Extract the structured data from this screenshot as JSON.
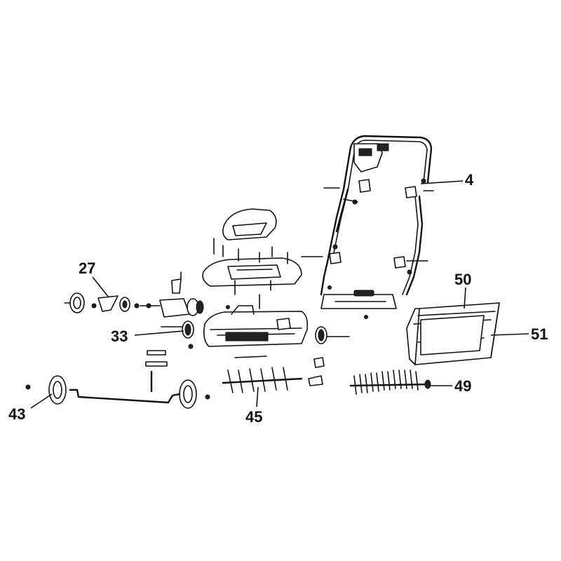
{
  "callouts": {
    "c4": "4",
    "c27": "27",
    "c33": "33",
    "c43": "43",
    "c45": "45",
    "c49": "49",
    "c50": "50",
    "c51": "51"
  },
  "colors": {
    "line": "#111111",
    "background": "#ffffff"
  }
}
